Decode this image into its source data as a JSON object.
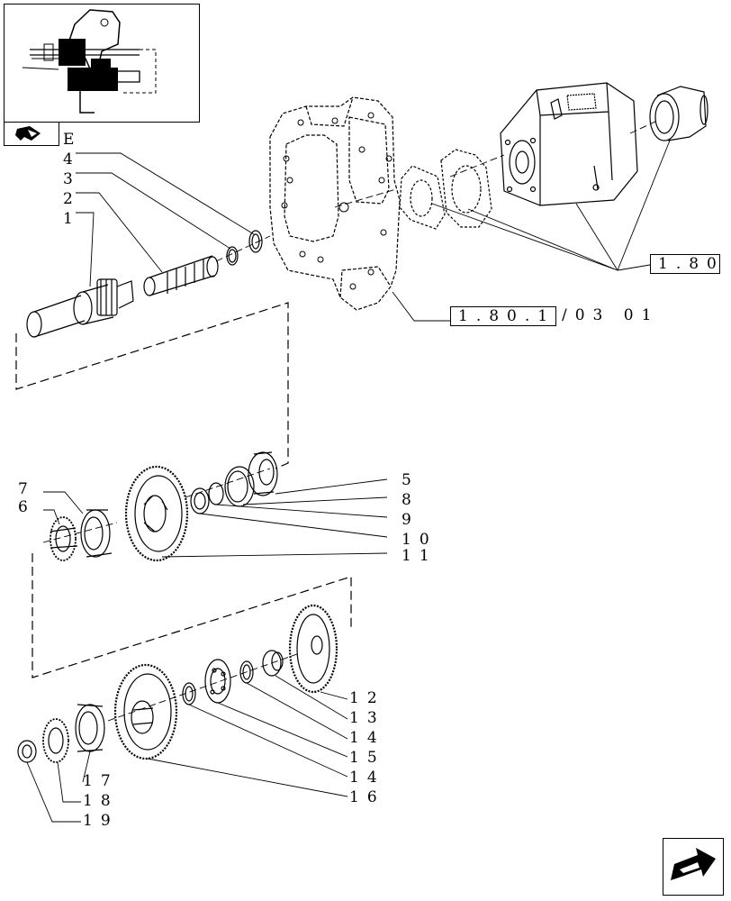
{
  "reference_links": {
    "group_ref": "1.80",
    "frame_ref": "1.80.1",
    "frame_ref_suffix": "/03 01"
  },
  "callouts": [
    "1",
    "2",
    "3",
    "4",
    "E",
    "5",
    "6",
    "7",
    "8",
    "9",
    "10",
    "11",
    "12",
    "13",
    "14",
    "15",
    "14",
    "16",
    "17",
    "18",
    "19"
  ],
  "icons": {
    "thumbnail": "assembly-thumbnail",
    "prev": "previous-page-arrow-icon",
    "next": "next-page-arrow-icon"
  }
}
